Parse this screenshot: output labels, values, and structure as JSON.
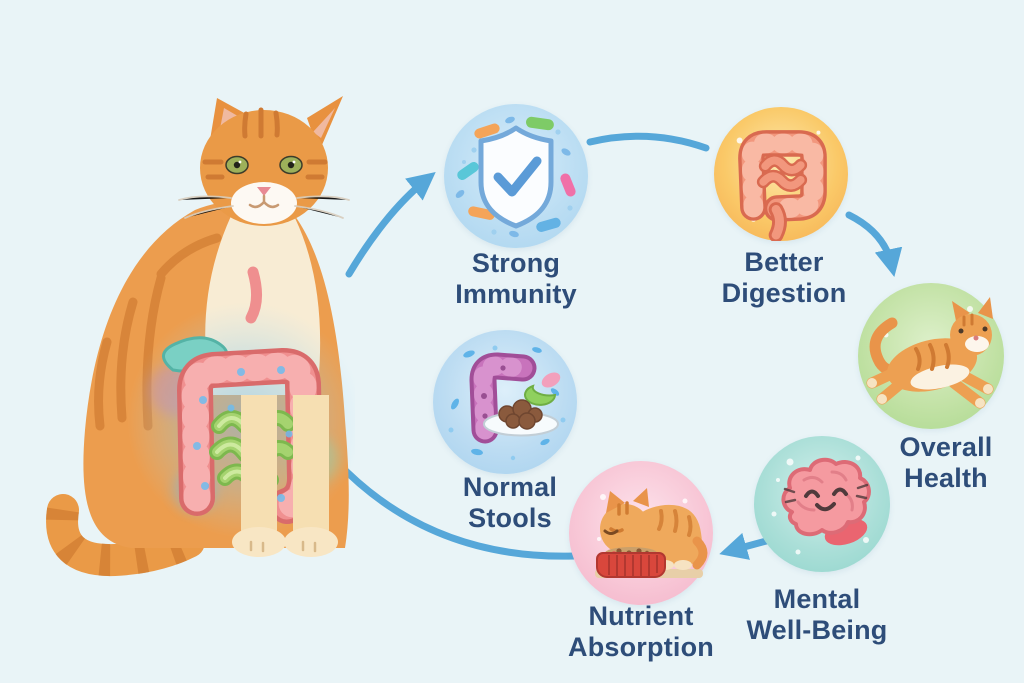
{
  "page": {
    "title": "Cat gut health benefits infographic",
    "background_color": "#e9f4f7",
    "label_color": "#2e4d79",
    "arrow_color": "#56a7d9"
  },
  "hero": {
    "image_name": "orange-tabby-cat-with-glowing-digestive-tract"
  },
  "nodes": [
    {
      "id": "strong-immunity",
      "line1": "Strong",
      "line2": "Immunity",
      "icon": "shield-check-microbes-icon",
      "circle_color": "#b5daf0"
    },
    {
      "id": "better-digestion",
      "line1": "Better",
      "line2": "Digestion",
      "icon": "intestines-icon",
      "circle_color": "#f8c266"
    },
    {
      "id": "overall-health",
      "line1": "Overall",
      "line2": "Health",
      "icon": "leaping-cat-icon",
      "circle_color": "#bede9f"
    },
    {
      "id": "mental-well-being",
      "line1": "Mental",
      "line2": "Well-Being",
      "icon": "happy-brain-icon",
      "circle_color": "#a2dbd3"
    },
    {
      "id": "nutrient-absorption",
      "line1": "Nutrient",
      "line2": "Absorption",
      "icon": "cat-eating-from-bowl-icon",
      "circle_color": "#f7c6d4"
    },
    {
      "id": "normal-stools",
      "line1": "Normal",
      "line2": "Stools",
      "icon": "colon-and-stool-icon",
      "circle_color": "#aed6f0"
    }
  ]
}
